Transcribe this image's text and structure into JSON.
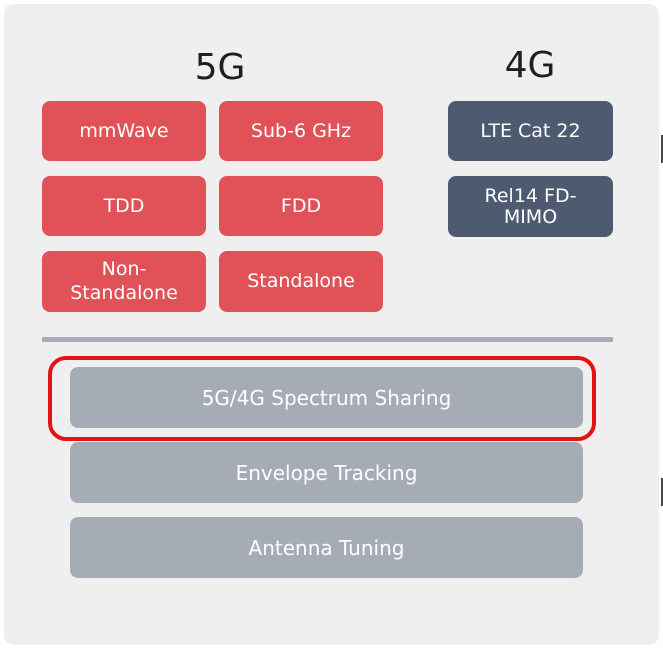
{
  "headings": {
    "five_g": "5G",
    "four_g": "4G"
  },
  "five_g_features": [
    "mmWave",
    "Sub-6 GHz",
    "TDD",
    "FDD",
    "Non-\nStandalone",
    "Standalone"
  ],
  "four_g_features": [
    "LTE Cat 22",
    "Rel14 FD-\nMIMO"
  ],
  "shared_features": [
    "5G/4G Spectrum Sharing",
    "Envelope Tracking",
    "Antenna Tuning"
  ],
  "colors": {
    "five_g_box": "#e05257",
    "four_g_box": "#4e5a70",
    "shared_box": "#a6acb6",
    "highlight": "#e31414",
    "panel": "#efeff0"
  }
}
